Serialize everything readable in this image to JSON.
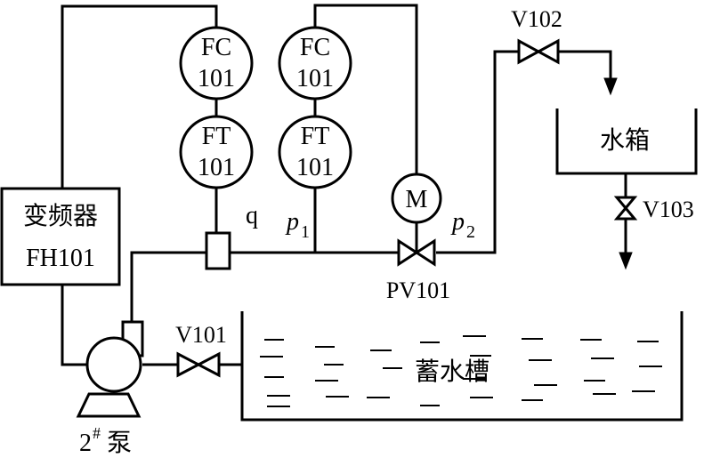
{
  "instruments": [
    {
      "tag": "FC",
      "num": "101"
    },
    {
      "tag": "FC",
      "num": "101"
    },
    {
      "tag": "FT",
      "num": "101"
    },
    {
      "tag": "FT",
      "num": "101"
    }
  ],
  "motor": "M",
  "inverter": {
    "line1": "变频器",
    "line2": "FH101"
  },
  "pump": {
    "num": "2",
    "sup": "#",
    "name": "泵"
  },
  "valves": {
    "v101": "V101",
    "v102": "V102",
    "v103": "V103",
    "pv101": "PV101"
  },
  "signals": {
    "q": "q",
    "p": "p",
    "sub1": "1",
    "sub2": "2"
  },
  "tank": "水箱",
  "reservoir": "蓄水槽"
}
